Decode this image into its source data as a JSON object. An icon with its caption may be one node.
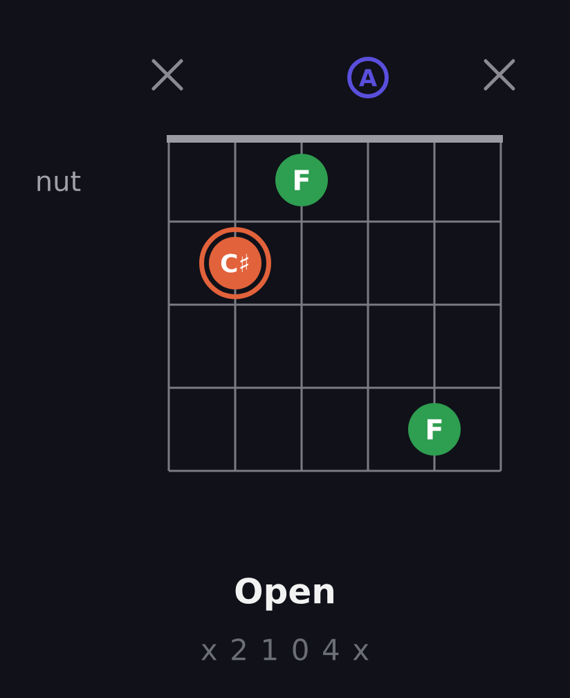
{
  "diagram": {
    "title": "Open",
    "nodes": [
      {
        "text": [
          "A"
        ]
      },
      {
        "text": [
          "F"
        ]
      },
      {
        "text": [
          "C♯"
        ]
      },
      {
        "text": [
          "F"
        ]
      }
    ],
    "labels": [
      "nut",
      "x 2 1 0 4 x"
    ]
  }
}
